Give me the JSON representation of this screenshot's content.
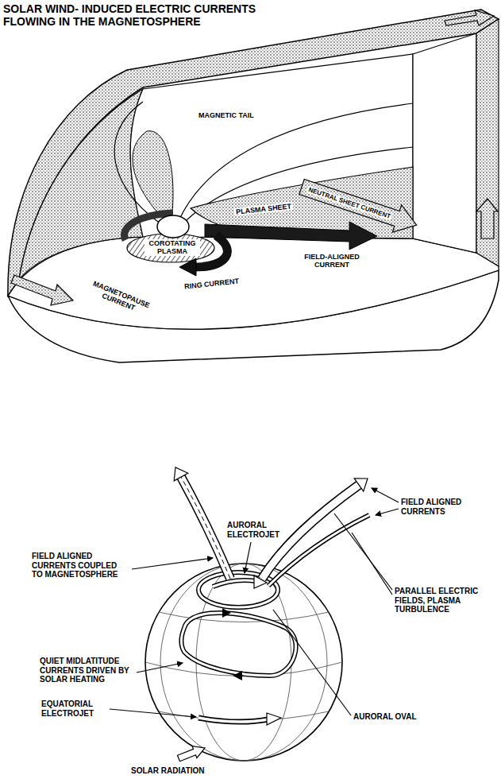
{
  "diagram": {
    "title": "SOLAR WIND- INDUCED ELECTRIC CURRENTS FLOWING IN THE MAGNETOSPHERE",
    "labels": [
      "MAGNETIC TAIL",
      "PLASMA SHEET",
      "NEUTRAL SHEET CURRENT",
      "COROTATING PLASMA",
      "FIELD-ALIGNED CURRENT",
      "RING CURRENT",
      "MAGNETOPAUSE CURRENT",
      "FIELD ALIGNED CURRENTS COUPLED TO MAGNETOSPHERE",
      "AURORAL ELECTROJET",
      "FIELD ALIGNED CURRENTS",
      "PARALLEL ELECTRIC FIELDS, PLASMA TURBULENCE",
      "QUIET MIDLATITUDE CURRENTS DRIVEN BY SOLAR HEATING",
      "EQUATORIAL ELECTROJET",
      "AURORAL OVAL",
      "SOLAR RADIATION"
    ]
  }
}
